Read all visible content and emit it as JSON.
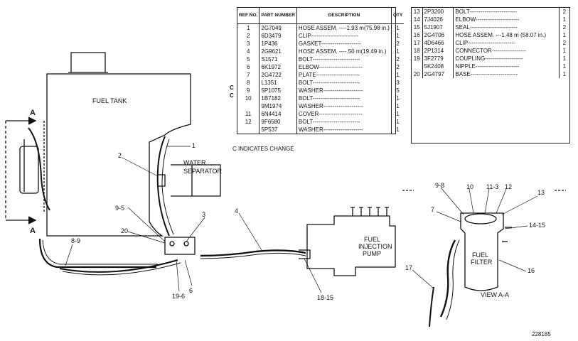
{
  "labels": {
    "fuel_tank": "FUEL TANK",
    "water_separator": [
      "WATER",
      "SEPARATOR"
    ],
    "fuel_injection_pump": [
      "FUEL",
      "INJECTION",
      "PUMP"
    ],
    "fuel_filter": [
      "FUEL",
      "FILTER"
    ],
    "view": "VIEW A-A",
    "section_a": "A",
    "change_note": "C INDICATES CHANGE",
    "figure_number": "228185"
  },
  "callouts": {
    "c1": "1",
    "c2": "2",
    "c3": "3",
    "c4": "4",
    "c6": "6",
    "c9_5": "9-5",
    "c20": "20",
    "c8_9": "8-9",
    "c19_6": "19-6",
    "c18_15": "18-15",
    "v9_8": "9-8",
    "v10": "10",
    "v11_3": "11-3",
    "v12": "12",
    "v13": "13",
    "v7": "7",
    "v14_15": "14-15",
    "v16": "16",
    "v17": "17"
  },
  "parts_table_1": {
    "headers": [
      "REF NO.",
      "PART NUMBER",
      "DESCRIPTION",
      "QTY"
    ],
    "rows": [
      {
        "ref": "1",
        "part": "2G7049",
        "desc": "HOSE ASSEM. ----1.93 m(75.98 in.)",
        "qty": "1"
      },
      {
        "ref": "2",
        "part": "6D3479",
        "desc": "CLIP-------------------------",
        "qty": "1"
      },
      {
        "ref": "3",
        "part": "1P436",
        "desc": "GASKET---------------------",
        "qty": "2"
      },
      {
        "ref": "4",
        "part": "2G9621",
        "desc": "HOSE ASSEM. ----.50 m(19.49 in.)",
        "qty": "1"
      },
      {
        "ref": "5",
        "part": "S1571",
        "desc": "BOLT-------------------------",
        "qty": "2"
      },
      {
        "ref": "6",
        "part": "6K1972",
        "desc": "ELBOW-----------------------",
        "qty": "2"
      },
      {
        "ref": "7",
        "part": "2G4722",
        "desc": "PLATE-----------------------",
        "qty": "1"
      },
      {
        "ref": "8",
        "part": "L1351",
        "desc": "BOLT-------------------------",
        "qty": "3"
      },
      {
        "ref": "9",
        "part": "5P1075",
        "desc": "WASHER---------------------",
        "qty": "5"
      },
      {
        "ref": "10",
        "part": "1B7182",
        "desc": "BOLT-------------------------",
        "qty": "1"
      },
      {
        "ref": "",
        "part": "9M1974",
        "desc": "WASHER---------------------",
        "qty": "1"
      },
      {
        "ref": "11",
        "part": "6N4414",
        "desc": "COVER-----------------------",
        "qty": "1"
      },
      {
        "ref": "12",
        "part": "9F6580",
        "desc": "BOLT-------------------------",
        "qty": "1"
      },
      {
        "ref": "",
        "part": "5P537",
        "desc": "WASHER---------------------",
        "qty": "1"
      }
    ],
    "change_flags": [
      "C",
      "C"
    ]
  },
  "parts_table_2": {
    "rows": [
      {
        "ref": "13",
        "part": "2P3200",
        "desc": "BOLT-------------------------",
        "qty": "2"
      },
      {
        "ref": "14",
        "part": "7J4026",
        "desc": "ELBOW-----------------------",
        "qty": "1"
      },
      {
        "ref": "15",
        "part": "5J1907",
        "desc": "SEAL-------------------------",
        "qty": "2"
      },
      {
        "ref": "16",
        "part": "2G4706",
        "desc": "HOSE ASSEM. ---1.48 m (58.07 in.)",
        "qty": "1"
      },
      {
        "ref": "17",
        "part": "4D6466",
        "desc": "CLIP-------------------------",
        "qty": "2"
      },
      {
        "ref": "18",
        "part": "2P1314",
        "desc": "CONNECTOR------------------",
        "qty": "1"
      },
      {
        "ref": "19",
        "part": "3F2779",
        "desc": "COUPLING--------------------",
        "qty": "1"
      },
      {
        "ref": "",
        "part": "5K2408",
        "desc": "NIPPLE-----------------------",
        "qty": "1"
      },
      {
        "ref": "20",
        "part": "2G4797",
        "desc": "BASE-------------------------",
        "qty": "1"
      }
    ]
  }
}
